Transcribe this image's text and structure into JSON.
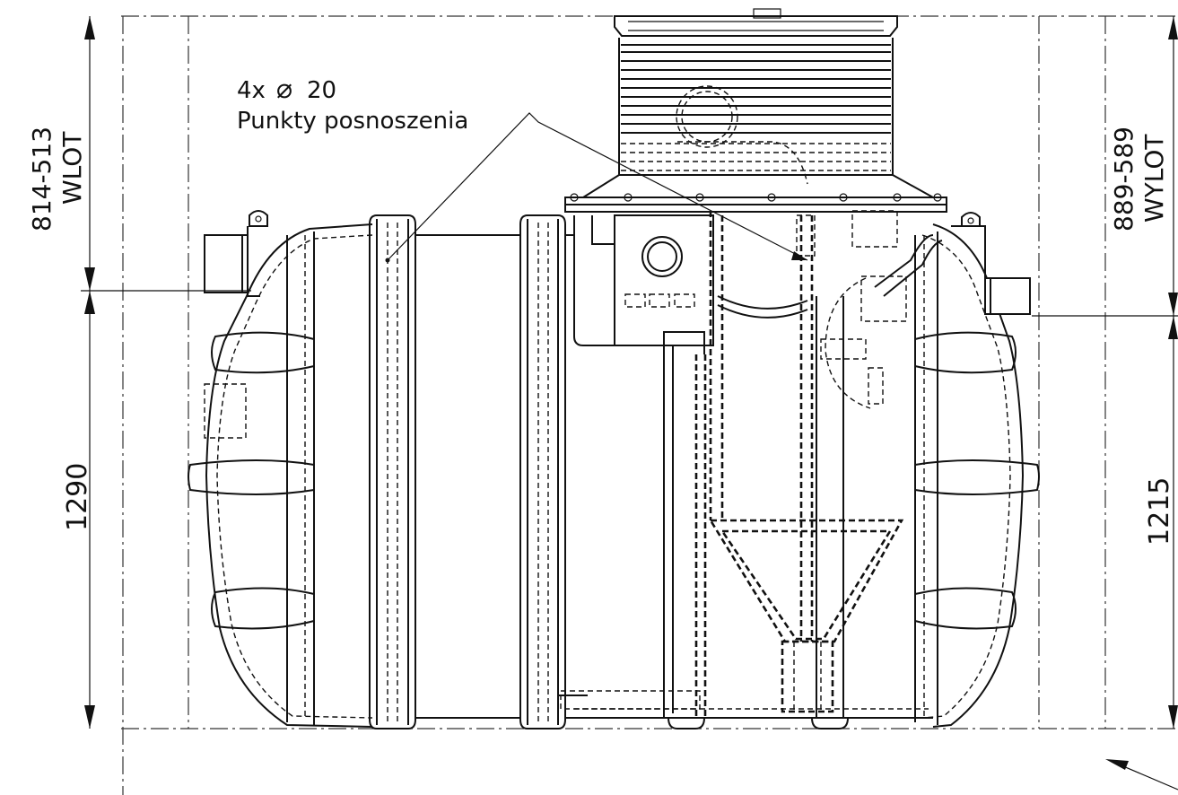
{
  "title": "",
  "labels": {
    "holes_count": "4x",
    "holes_diameter_symbol": "⌀",
    "holes_diameter": "20",
    "lifting_points": "Punkty posnoszenia",
    "inlet_dimension": "814-513",
    "inlet_label": "WLOT",
    "outlet_dimension": "889-589",
    "outlet_label": "WYLOT",
    "inlet_height": "1290",
    "outlet_height": "1215"
  },
  "colors": {
    "line": "#111111",
    "background": "#ffffff"
  }
}
